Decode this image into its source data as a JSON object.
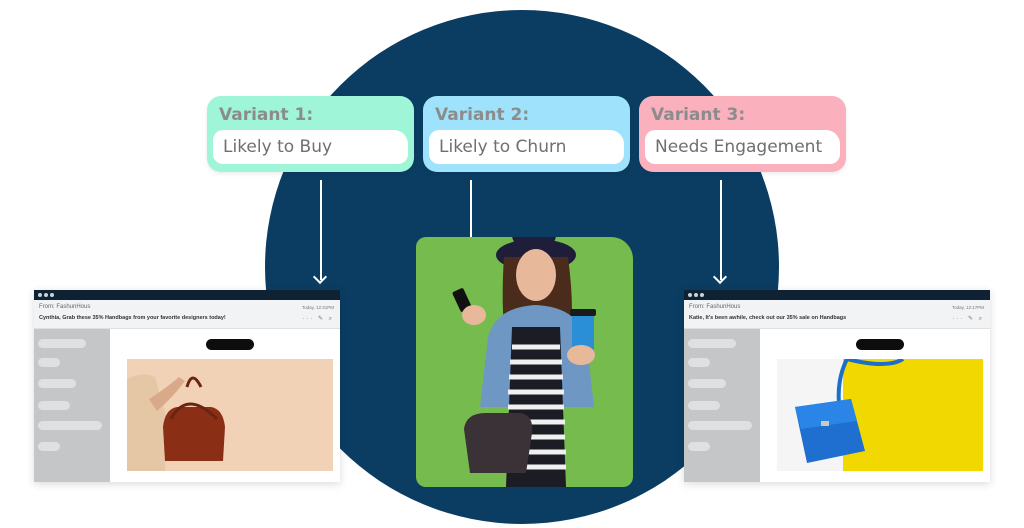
{
  "variants": [
    {
      "title": "Variant 1:",
      "label": "Likely to Buy",
      "color": "#9ef5d8"
    },
    {
      "title": "Variant 2:",
      "label": "Likely to Churn",
      "color": "#9fe2fc"
    },
    {
      "title": "Variant 3:",
      "label": "Needs Engagement",
      "color": "#fbb0be"
    }
  ],
  "emails": [
    {
      "from": "From: FashunHous",
      "subject": "Cynthia, Grab these 35% Handbags from your favorite designers today!",
      "date": "Today, 12:31PM",
      "tools": "··· ✎ ⌕",
      "image": "woman-holding-brown-handbag"
    },
    {
      "from": "From: FashunHous",
      "subject": "Katie, It's been awhile, check out our 35% sale on Handbags",
      "date": "Today, 12:17PM",
      "tools": "··· ✎ ⌕",
      "image": "blue-handbag-on-yellow"
    }
  ],
  "colors": {
    "circle": "#0b3d63",
    "green_card": "#76bb4d"
  }
}
